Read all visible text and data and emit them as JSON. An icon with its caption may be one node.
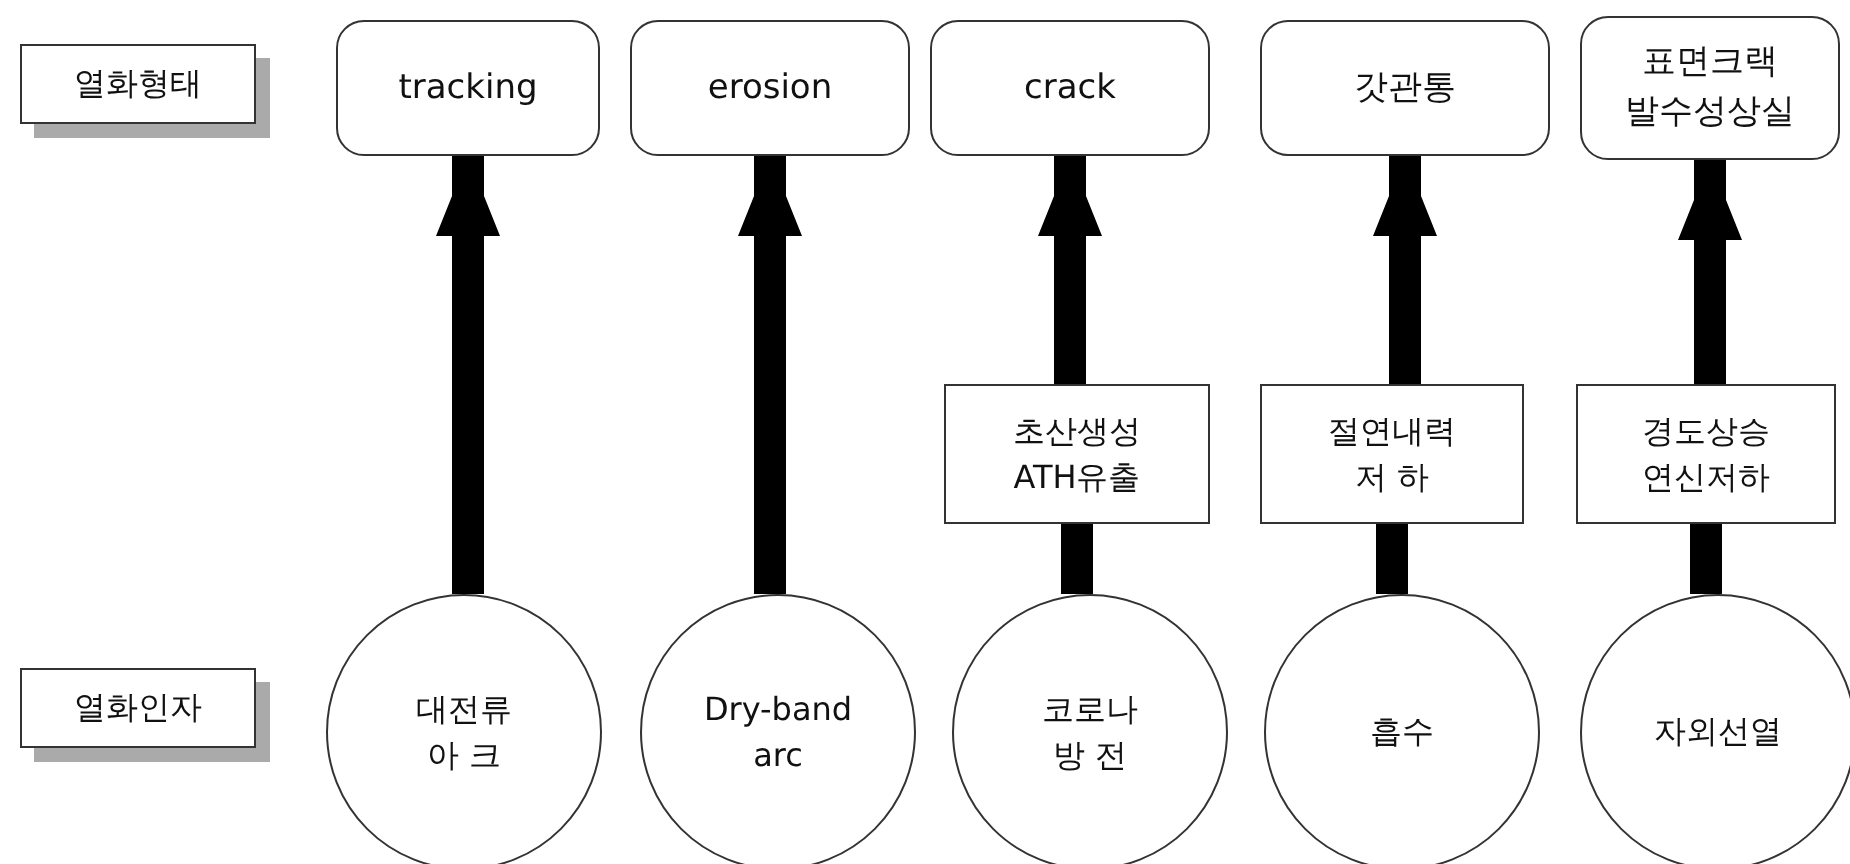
{
  "diagram": {
    "nodes": [
      {
        "text": [
          "열화형태"
        ]
      },
      {
        "text": [
          "tracking"
        ]
      },
      {
        "text": [
          "erosion"
        ]
      },
      {
        "text": [
          "crack"
        ]
      },
      {
        "text": [
          "갓관통"
        ]
      },
      {
        "text": [
          "표면크랙 발수성상실"
        ]
      },
      {
        "text": [
          "초산생성 ATH유출"
        ]
      },
      {
        "text": [
          "절연내력 저 하"
        ]
      },
      {
        "text": [
          "경도상승 연신저하"
        ]
      },
      {
        "text": [
          "열화인자"
        ]
      },
      {
        "text": [
          "대전류 아 크"
        ]
      },
      {
        "text": [
          "Dry-band arc"
        ]
      },
      {
        "text": [
          "코로나 방 전"
        ]
      },
      {
        "text": [
          "흡수"
        ]
      },
      {
        "text": [
          "자외선열"
        ]
      }
    ],
    "edges": [
      {
        "from": 10,
        "to": 1,
        "arrow": "to"
      },
      {
        "from": 11,
        "to": 2,
        "arrow": "to"
      },
      {
        "from": 12,
        "to": 6,
        "arrow": "none"
      },
      {
        "from": 6,
        "to": 3,
        "arrow": "to"
      },
      {
        "from": 13,
        "to": 7,
        "arrow": "none"
      },
      {
        "from": 7,
        "to": 4,
        "arrow": "to"
      },
      {
        "from": 14,
        "to": 8,
        "arrow": "none"
      },
      {
        "from": 8,
        "to": 5,
        "arrow": "to"
      }
    ]
  }
}
